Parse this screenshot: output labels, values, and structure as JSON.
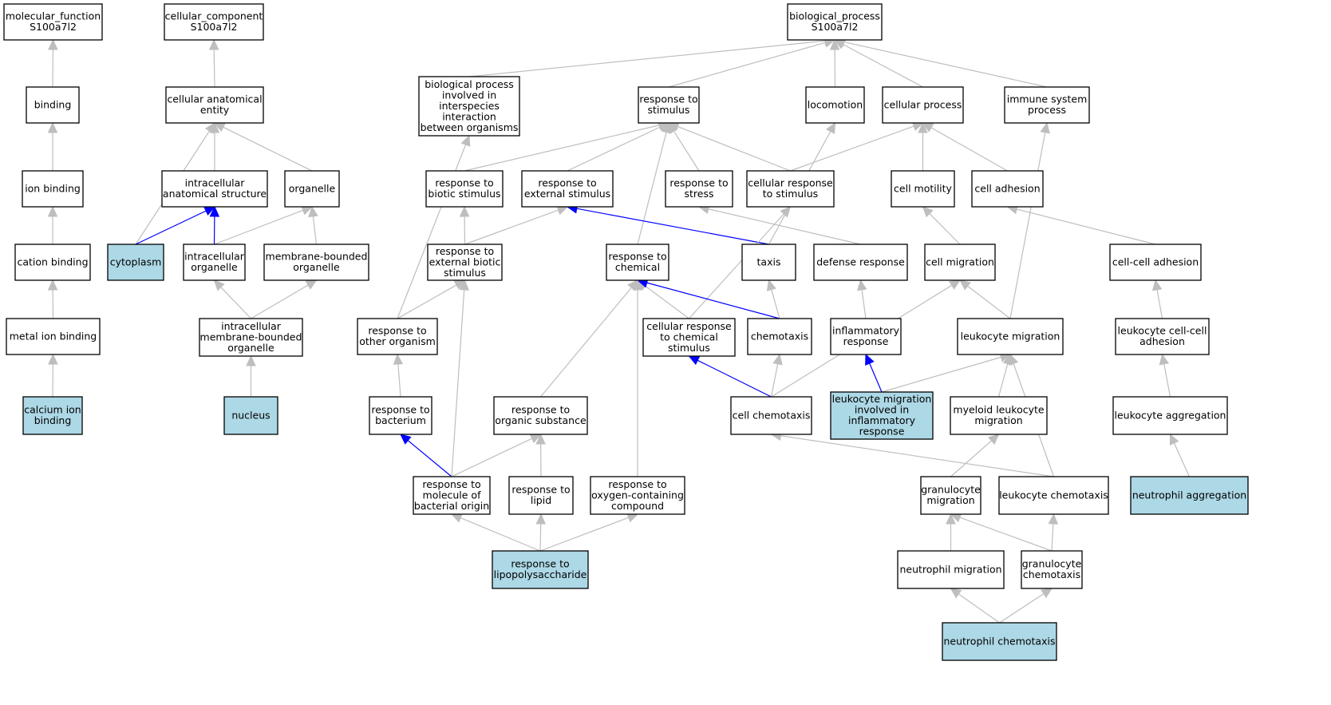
{
  "colors": {
    "highlight_fill": "#add8e6",
    "node_fill": "#ffffff",
    "edge_gray": "#bebebe",
    "edge_blue": "#0000ff",
    "border": "#000000"
  },
  "nodes": [
    {
      "id": "mf",
      "lines": [
        "molecular_function",
        "S100a7l2"
      ],
      "highlight": false
    },
    {
      "id": "cc",
      "lines": [
        "cellular_component",
        "S100a7l2"
      ],
      "highlight": false
    },
    {
      "id": "bp",
      "lines": [
        "biological_process",
        "S100a7l2"
      ],
      "highlight": false
    },
    {
      "id": "binding",
      "lines": [
        "binding"
      ],
      "highlight": false
    },
    {
      "id": "cae",
      "lines": [
        "cellular anatomical",
        "entity"
      ],
      "highlight": false
    },
    {
      "id": "bpinter",
      "lines": [
        "biological process",
        "involved in",
        "interspecies",
        "interaction",
        "between organisms"
      ],
      "highlight": false
    },
    {
      "id": "rts",
      "lines": [
        "response to",
        "stimulus"
      ],
      "highlight": false
    },
    {
      "id": "locomotion",
      "lines": [
        "locomotion"
      ],
      "highlight": false
    },
    {
      "id": "cellproc",
      "lines": [
        "cellular process"
      ],
      "highlight": false
    },
    {
      "id": "immune",
      "lines": [
        "immune system",
        "process"
      ],
      "highlight": false
    },
    {
      "id": "ionbinding",
      "lines": [
        "ion binding"
      ],
      "highlight": false
    },
    {
      "id": "ias",
      "lines": [
        "intracellular",
        "anatomical structure"
      ],
      "highlight": false
    },
    {
      "id": "organelle",
      "lines": [
        "organelle"
      ],
      "highlight": false
    },
    {
      "id": "rtbiotic",
      "lines": [
        "response to",
        "biotic stimulus"
      ],
      "highlight": false
    },
    {
      "id": "rtexternal",
      "lines": [
        "response to",
        "external stimulus"
      ],
      "highlight": false
    },
    {
      "id": "rtstress",
      "lines": [
        "response to",
        "stress"
      ],
      "highlight": false
    },
    {
      "id": "crts",
      "lines": [
        "cellular response",
        "to stimulus"
      ],
      "highlight": false
    },
    {
      "id": "cellmotility",
      "lines": [
        "cell motility"
      ],
      "highlight": false
    },
    {
      "id": "celladhesion",
      "lines": [
        "cell adhesion"
      ],
      "highlight": false
    },
    {
      "id": "cationbinding",
      "lines": [
        "cation binding"
      ],
      "highlight": false
    },
    {
      "id": "cytoplasm",
      "lines": [
        "cytoplasm"
      ],
      "highlight": true
    },
    {
      "id": "intorg",
      "lines": [
        "intracellular",
        "organelle"
      ],
      "highlight": false
    },
    {
      "id": "mbo",
      "lines": [
        "membrane-bounded",
        "organelle"
      ],
      "highlight": false
    },
    {
      "id": "rteb",
      "lines": [
        "response to",
        "external biotic",
        "stimulus"
      ],
      "highlight": false
    },
    {
      "id": "rtchem",
      "lines": [
        "response to",
        "chemical"
      ],
      "highlight": false
    },
    {
      "id": "taxis",
      "lines": [
        "taxis"
      ],
      "highlight": false
    },
    {
      "id": "defense",
      "lines": [
        "defense response"
      ],
      "highlight": false
    },
    {
      "id": "cellmig",
      "lines": [
        "cell migration"
      ],
      "highlight": false
    },
    {
      "id": "ccadh",
      "lines": [
        "cell-cell adhesion"
      ],
      "highlight": false
    },
    {
      "id": "metalion",
      "lines": [
        "metal ion binding"
      ],
      "highlight": false
    },
    {
      "id": "imbo",
      "lines": [
        "intracellular",
        "membrane-bounded",
        "organelle"
      ],
      "highlight": false
    },
    {
      "id": "rtother",
      "lines": [
        "response to",
        "other organism"
      ],
      "highlight": false
    },
    {
      "id": "crtcs",
      "lines": [
        "cellular response",
        "to chemical",
        "stimulus"
      ],
      "highlight": false
    },
    {
      "id": "chemotaxis",
      "lines": [
        "chemotaxis"
      ],
      "highlight": false
    },
    {
      "id": "inflam",
      "lines": [
        "inflammatory",
        "response"
      ],
      "highlight": false
    },
    {
      "id": "leukmig",
      "lines": [
        "leukocyte migration"
      ],
      "highlight": false
    },
    {
      "id": "lccadh",
      "lines": [
        "leukocyte cell-cell",
        "adhesion"
      ],
      "highlight": false
    },
    {
      "id": "calcium",
      "lines": [
        "calcium ion",
        "binding"
      ],
      "highlight": true
    },
    {
      "id": "nucleus",
      "lines": [
        "nucleus"
      ],
      "highlight": true
    },
    {
      "id": "rtbact",
      "lines": [
        "response to",
        "bacterium"
      ],
      "highlight": false
    },
    {
      "id": "rtorgsub",
      "lines": [
        "response to",
        "organic substance"
      ],
      "highlight": false
    },
    {
      "id": "cellchemo",
      "lines": [
        "cell chemotaxis"
      ],
      "highlight": false
    },
    {
      "id": "lmiir",
      "lines": [
        "leukocyte migration",
        "involved in",
        "inflammatory",
        "response"
      ],
      "highlight": true
    },
    {
      "id": "myeloid",
      "lines": [
        "myeloid leukocyte",
        "migration"
      ],
      "highlight": false
    },
    {
      "id": "leukagg",
      "lines": [
        "leukocyte aggregation"
      ],
      "highlight": false
    },
    {
      "id": "rtmbo",
      "lines": [
        "response to",
        "molecule of",
        "bacterial origin"
      ],
      "highlight": false
    },
    {
      "id": "rtlipid",
      "lines": [
        "response to",
        "lipid"
      ],
      "highlight": false
    },
    {
      "id": "rtoxy",
      "lines": [
        "response to",
        "oxygen-containing",
        "compound"
      ],
      "highlight": false
    },
    {
      "id": "granmig",
      "lines": [
        "granulocyte",
        "migration"
      ],
      "highlight": false
    },
    {
      "id": "leukchemo",
      "lines": [
        "leukocyte chemotaxis"
      ],
      "highlight": false
    },
    {
      "id": "neutagg",
      "lines": [
        "neutrophil aggregation"
      ],
      "highlight": true
    },
    {
      "id": "rtlps",
      "lines": [
        "response to",
        "lipopolysaccharide"
      ],
      "highlight": true
    },
    {
      "id": "neutmig",
      "lines": [
        "neutrophil migration"
      ],
      "highlight": false
    },
    {
      "id": "granchemo",
      "lines": [
        "granulocyte",
        "chemotaxis"
      ],
      "highlight": false
    },
    {
      "id": "neutchemo",
      "lines": [
        "neutrophil chemotaxis"
      ],
      "highlight": true
    }
  ],
  "edges": [
    {
      "from": "binding",
      "to": "mf",
      "color": "gray"
    },
    {
      "from": "ionbinding",
      "to": "binding",
      "color": "gray"
    },
    {
      "from": "cationbinding",
      "to": "ionbinding",
      "color": "gray"
    },
    {
      "from": "metalion",
      "to": "cationbinding",
      "color": "gray"
    },
    {
      "from": "calcium",
      "to": "metalion",
      "color": "gray"
    },
    {
      "from": "cae",
      "to": "cc",
      "color": "gray"
    },
    {
      "from": "ias",
      "to": "cae",
      "color": "gray"
    },
    {
      "from": "organelle",
      "to": "cae",
      "color": "gray"
    },
    {
      "from": "cytoplasm",
      "to": "cae",
      "color": "gray"
    },
    {
      "from": "cytoplasm",
      "to": "ias",
      "color": "blue"
    },
    {
      "from": "intorg",
      "to": "ias",
      "color": "blue"
    },
    {
      "from": "intorg",
      "to": "organelle",
      "color": "gray"
    },
    {
      "from": "mbo",
      "to": "organelle",
      "color": "gray"
    },
    {
      "from": "imbo",
      "to": "intorg",
      "color": "gray"
    },
    {
      "from": "imbo",
      "to": "mbo",
      "color": "gray"
    },
    {
      "from": "nucleus",
      "to": "imbo",
      "color": "gray"
    },
    {
      "from": "bpinter",
      "to": "bp",
      "color": "gray"
    },
    {
      "from": "rts",
      "to": "bp",
      "color": "gray"
    },
    {
      "from": "locomotion",
      "to": "bp",
      "color": "gray"
    },
    {
      "from": "cellproc",
      "to": "bp",
      "color": "gray"
    },
    {
      "from": "immune",
      "to": "bp",
      "color": "gray"
    },
    {
      "from": "rtbiotic",
      "to": "rts",
      "color": "gray"
    },
    {
      "from": "rtexternal",
      "to": "rts",
      "color": "gray"
    },
    {
      "from": "rtstress",
      "to": "rts",
      "color": "gray"
    },
    {
      "from": "crts",
      "to": "rts",
      "color": "gray"
    },
    {
      "from": "rtchem",
      "to": "rts",
      "color": "gray"
    },
    {
      "from": "crts",
      "to": "cellproc",
      "color": "gray"
    },
    {
      "from": "cellmotility",
      "to": "cellproc",
      "color": "gray"
    },
    {
      "from": "celladhesion",
      "to": "cellproc",
      "color": "gray"
    },
    {
      "from": "rteb",
      "to": "rtbiotic",
      "color": "gray"
    },
    {
      "from": "rteb",
      "to": "rtexternal",
      "color": "gray"
    },
    {
      "from": "taxis",
      "to": "rtexternal",
      "color": "blue"
    },
    {
      "from": "taxis",
      "to": "locomotion",
      "color": "gray"
    },
    {
      "from": "defense",
      "to": "rtstress",
      "color": "gray"
    },
    {
      "from": "cellmig",
      "to": "cellmotility",
      "color": "gray"
    },
    {
      "from": "ccadh",
      "to": "celladhesion",
      "color": "gray"
    },
    {
      "from": "rtother",
      "to": "rteb",
      "color": "gray"
    },
    {
      "from": "rtother",
      "to": "bpinter",
      "color": "gray"
    },
    {
      "from": "crtcs",
      "to": "rtchem",
      "color": "gray"
    },
    {
      "from": "crtcs",
      "to": "crts",
      "color": "gray"
    },
    {
      "from": "chemotaxis",
      "to": "rtchem",
      "color": "blue"
    },
    {
      "from": "chemotaxis",
      "to": "taxis",
      "color": "gray"
    },
    {
      "from": "inflam",
      "to": "defense",
      "color": "gray"
    },
    {
      "from": "leukmig",
      "to": "cellmig",
      "color": "gray"
    },
    {
      "from": "leukmig",
      "to": "immune",
      "color": "gray"
    },
    {
      "from": "lccadh",
      "to": "ccadh",
      "color": "gray"
    },
    {
      "from": "rtbact",
      "to": "rtother",
      "color": "gray"
    },
    {
      "from": "rtorgsub",
      "to": "rtchem",
      "color": "gray"
    },
    {
      "from": "cellchemo",
      "to": "crtcs",
      "color": "blue"
    },
    {
      "from": "cellchemo",
      "to": "chemotaxis",
      "color": "gray"
    },
    {
      "from": "cellchemo",
      "to": "cellmig",
      "color": "gray"
    },
    {
      "from": "lmiir",
      "to": "inflam",
      "color": "blue"
    },
    {
      "from": "lmiir",
      "to": "leukmig",
      "color": "gray"
    },
    {
      "from": "myeloid",
      "to": "leukmig",
      "color": "gray"
    },
    {
      "from": "leukagg",
      "to": "lccadh",
      "color": "gray"
    },
    {
      "from": "rtmbo",
      "to": "rtbact",
      "color": "blue"
    },
    {
      "from": "rtmbo",
      "to": "rteb",
      "color": "gray"
    },
    {
      "from": "rtmbo",
      "to": "rtorgsub",
      "color": "gray"
    },
    {
      "from": "rtlipid",
      "to": "rtorgsub",
      "color": "gray"
    },
    {
      "from": "rtoxy",
      "to": "rtchem",
      "color": "gray"
    },
    {
      "from": "granmig",
      "to": "myeloid",
      "color": "gray"
    },
    {
      "from": "leukchemo",
      "to": "cellchemo",
      "color": "gray"
    },
    {
      "from": "leukchemo",
      "to": "leukmig",
      "color": "gray"
    },
    {
      "from": "neutagg",
      "to": "leukagg",
      "color": "gray"
    },
    {
      "from": "rtlps",
      "to": "rtmbo",
      "color": "gray"
    },
    {
      "from": "rtlps",
      "to": "rtlipid",
      "color": "gray"
    },
    {
      "from": "rtlps",
      "to": "rtoxy",
      "color": "gray"
    },
    {
      "from": "neutmig",
      "to": "granmig",
      "color": "gray"
    },
    {
      "from": "granchemo",
      "to": "granmig",
      "color": "gray"
    },
    {
      "from": "granchemo",
      "to": "leukchemo",
      "color": "gray"
    },
    {
      "from": "neutchemo",
      "to": "neutmig",
      "color": "gray"
    },
    {
      "from": "neutchemo",
      "to": "granchemo",
      "color": "gray"
    }
  ]
}
